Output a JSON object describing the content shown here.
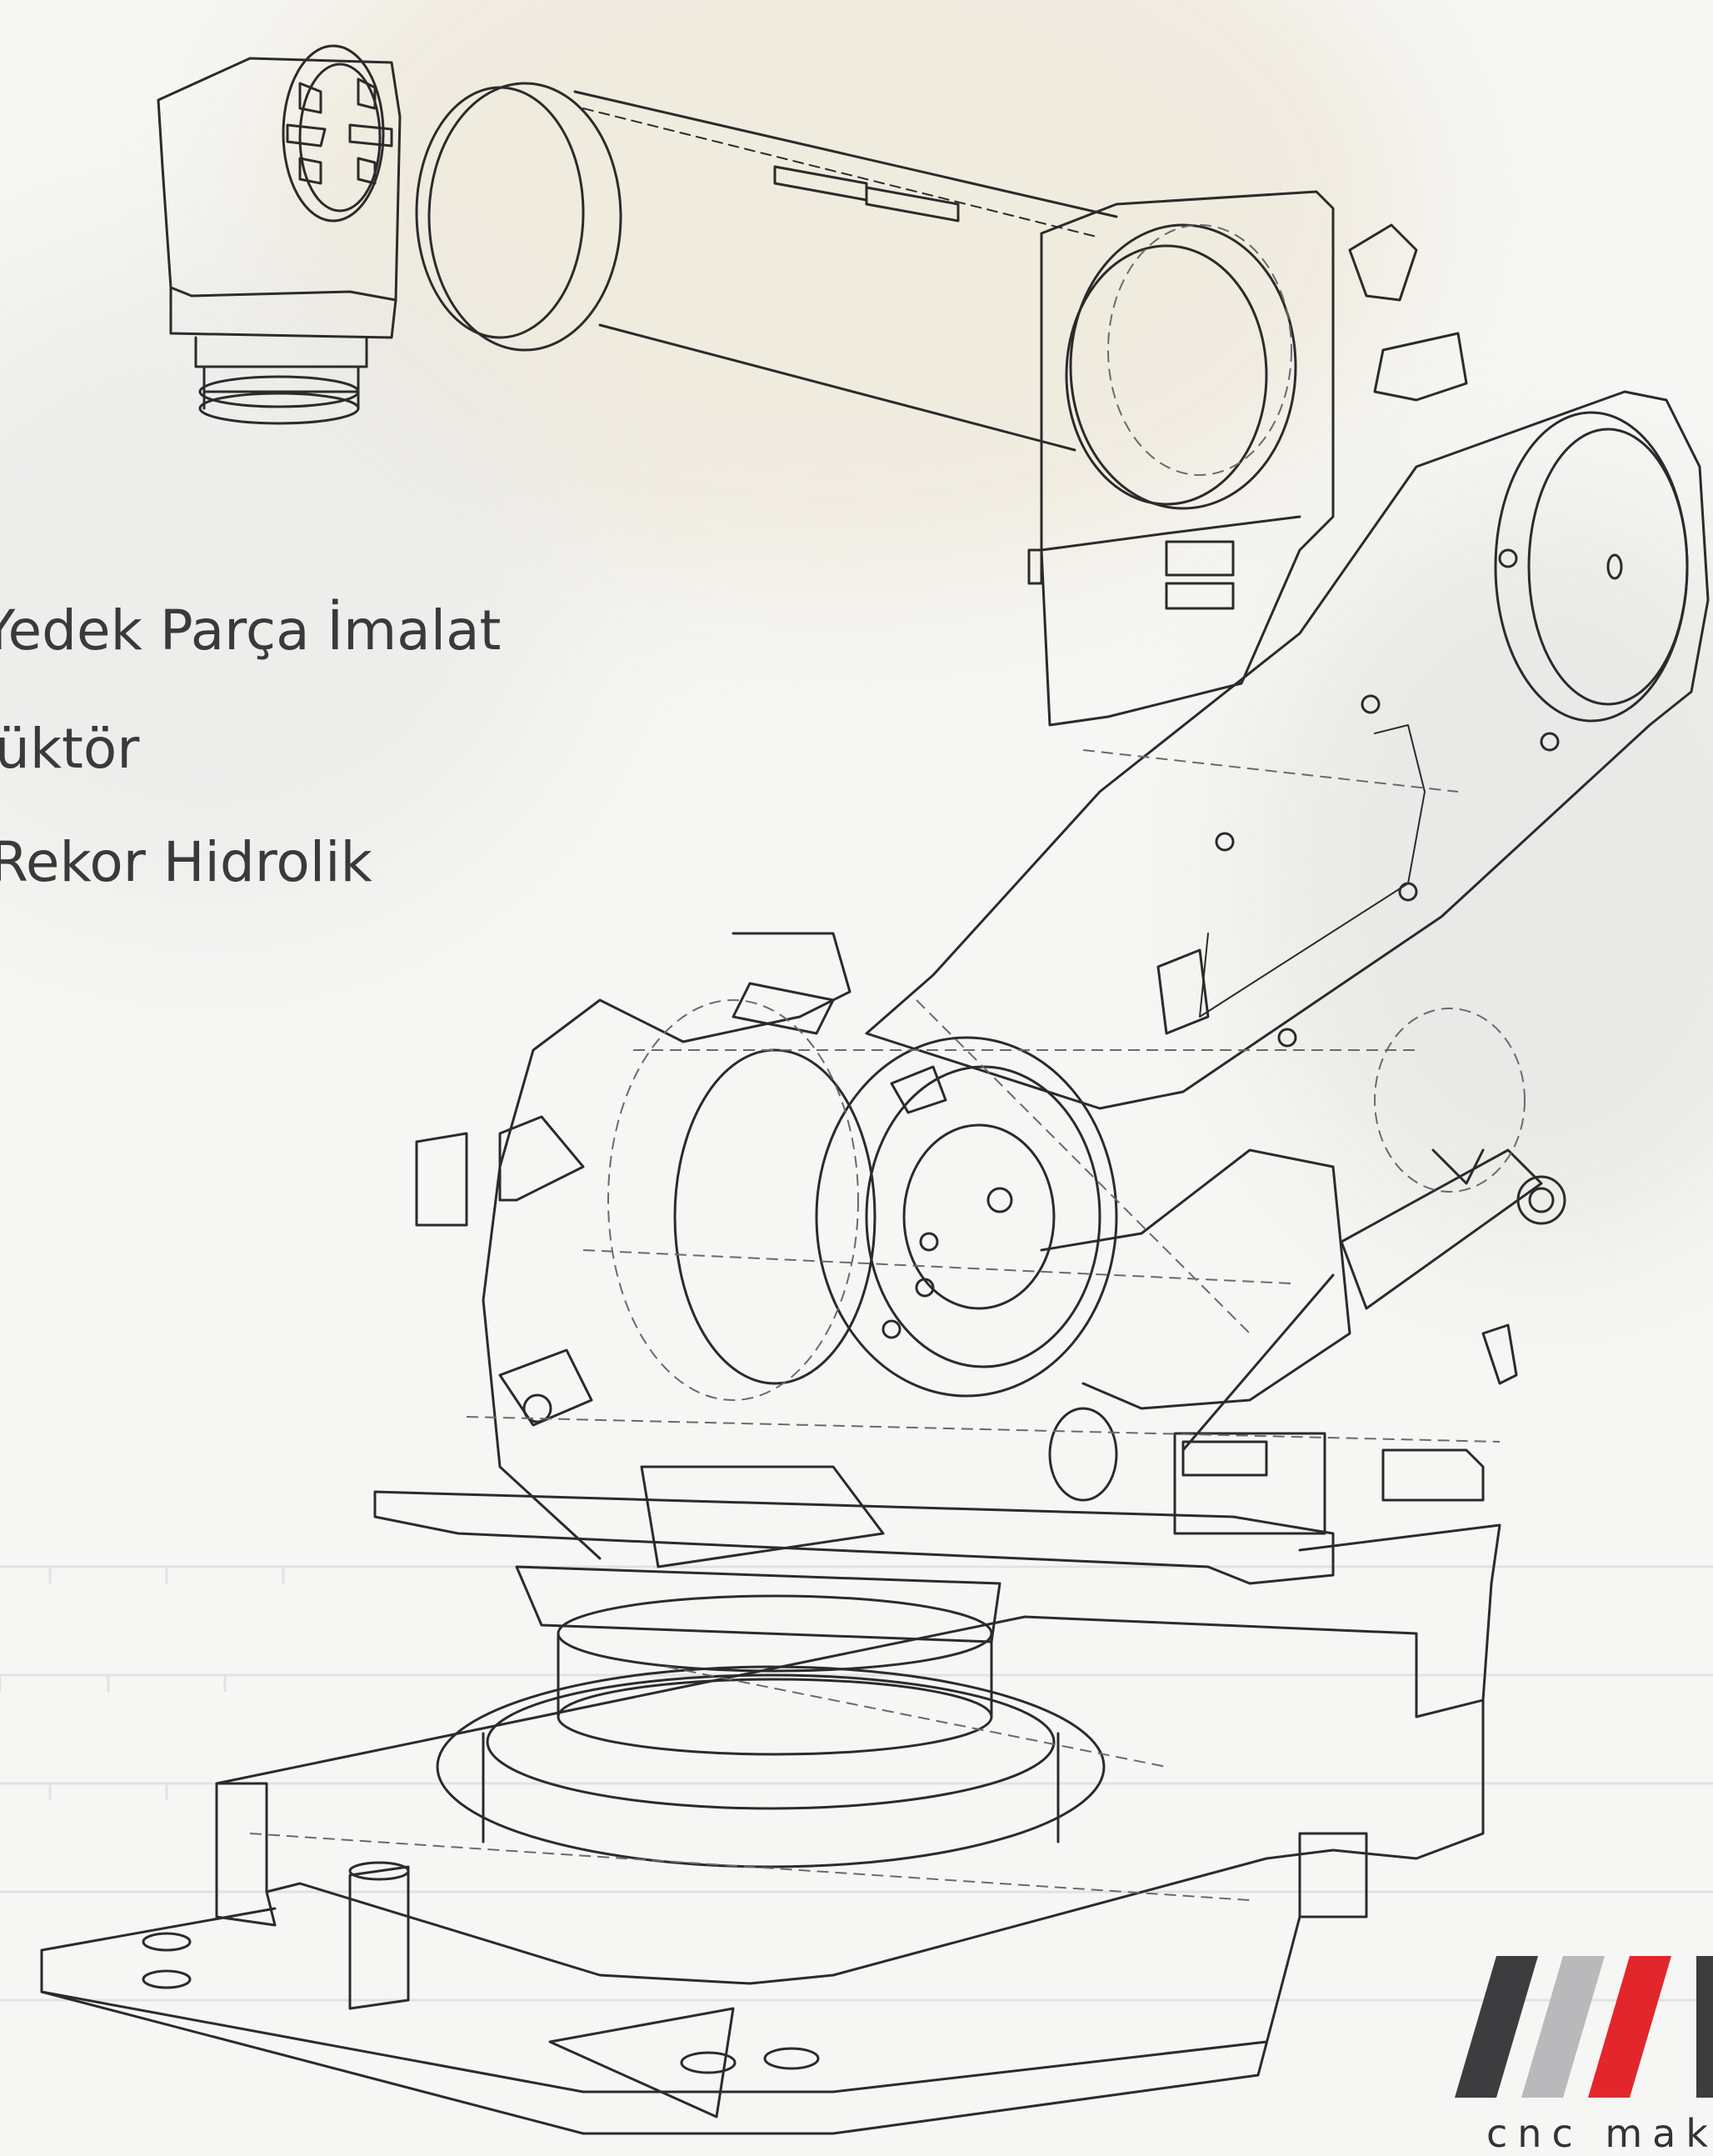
{
  "menu": {
    "items": [
      {
        "label": "Yedek Parça İmalat"
      },
      {
        "label": "üktör"
      },
      {
        "label": "Rekor Hidrolik"
      }
    ]
  },
  "brand": {
    "tagline": "cnc makine",
    "colors": {
      "dark": "#3d3d3f",
      "red": "#e3262b",
      "gray": "#b9b9bb"
    }
  },
  "illustration": {
    "subject": "industrial-robot-arm-wireframe",
    "line_color": "#2b2b2b"
  }
}
